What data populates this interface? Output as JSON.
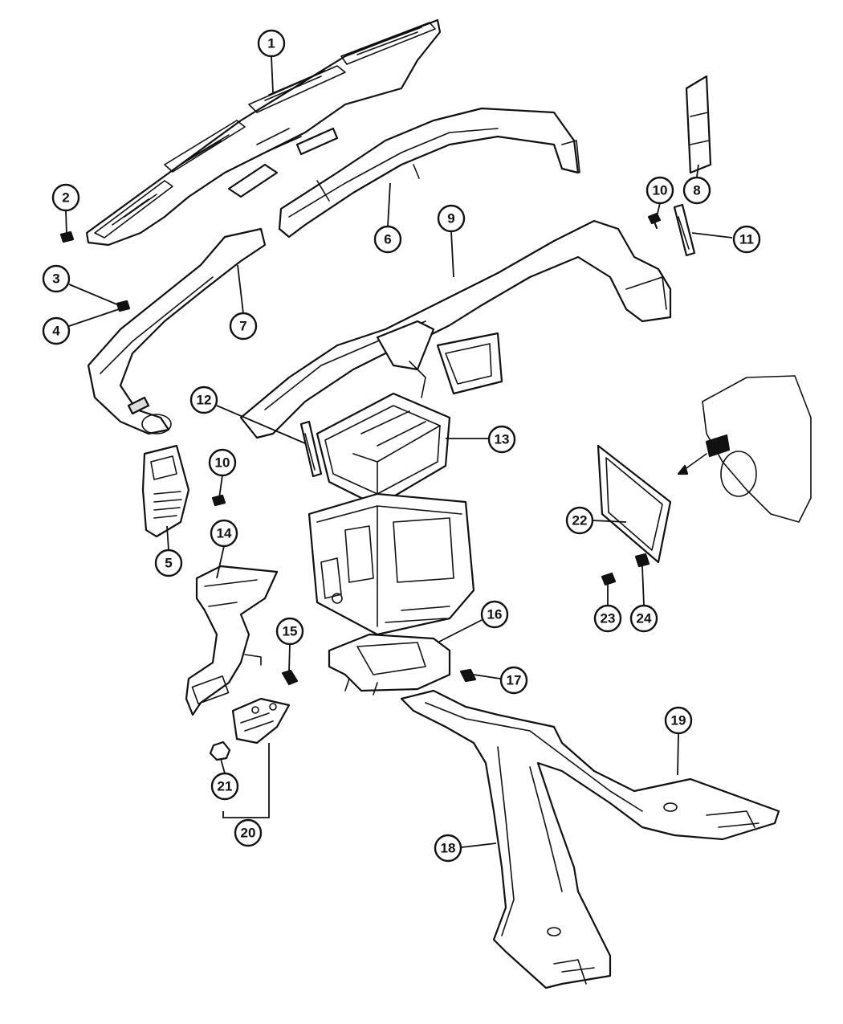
{
  "diagram": {
    "callouts": [
      {
        "id": "c1",
        "label": "1"
      },
      {
        "id": "c2",
        "label": "2"
      },
      {
        "id": "c3",
        "label": "3"
      },
      {
        "id": "c4",
        "label": "4"
      },
      {
        "id": "c5",
        "label": "5"
      },
      {
        "id": "c6",
        "label": "6"
      },
      {
        "id": "c7",
        "label": "7"
      },
      {
        "id": "c8",
        "label": "8"
      },
      {
        "id": "c9",
        "label": "9"
      },
      {
        "id": "c10a",
        "label": "10"
      },
      {
        "id": "c10b",
        "label": "10"
      },
      {
        "id": "c11",
        "label": "11"
      },
      {
        "id": "c12",
        "label": "12"
      },
      {
        "id": "c13",
        "label": "13"
      },
      {
        "id": "c14",
        "label": "14"
      },
      {
        "id": "c15",
        "label": "15"
      },
      {
        "id": "c16",
        "label": "16"
      },
      {
        "id": "c17",
        "label": "17"
      },
      {
        "id": "c18",
        "label": "18"
      },
      {
        "id": "c19",
        "label": "19"
      },
      {
        "id": "c20",
        "label": "20"
      },
      {
        "id": "c21",
        "label": "21"
      },
      {
        "id": "c22",
        "label": "22"
      },
      {
        "id": "c23",
        "label": "23"
      },
      {
        "id": "c24",
        "label": "24"
      }
    ]
  }
}
